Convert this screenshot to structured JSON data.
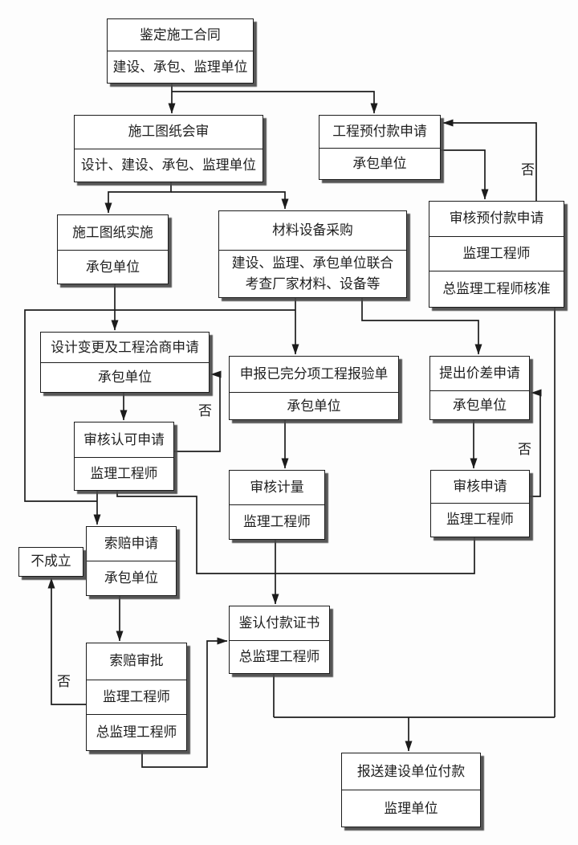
{
  "diagram": {
    "boxes": {
      "sign_contract": {
        "rows": [
          "鉴定施工合同",
          "建设、承包、监理单位"
        ]
      },
      "drawing_review": {
        "rows": [
          "施工图纸会审",
          "设计、建设、承包、监理单位"
        ]
      },
      "prepayment_request": {
        "rows": [
          "工程预付款申请",
          "承包单位"
        ]
      },
      "drawing_implement": {
        "rows": [
          "施工图纸实施",
          "承包单位"
        ]
      },
      "material_procure": {
        "rows": [
          "材料设备采购",
          "建设、监理、承包单位联合",
          "考查厂家材料、设备等"
        ]
      },
      "prepayment_review": {
        "rows": [
          "审核预付款申请",
          "监理工程师",
          "总监理工程师核准"
        ]
      },
      "design_change": {
        "rows": [
          "设计变更及工程洽商申请",
          "承包单位"
        ]
      },
      "work_inspection": {
        "rows": [
          "申报已完分项工程报验单",
          "承包单位"
        ]
      },
      "price_diff": {
        "rows": [
          "提出价差申请",
          "承包单位"
        ]
      },
      "approve_request": {
        "rows": [
          "审核认可申请",
          "监理工程师"
        ]
      },
      "measure_review": {
        "rows": [
          "审核计量",
          "监理工程师"
        ]
      },
      "request_review": {
        "rows": [
          "审核申请",
          "监理工程师"
        ]
      },
      "claim_request": {
        "rows": [
          "索赔申请",
          "承包单位"
        ]
      },
      "not_established": {
        "rows": [
          "不成立"
        ]
      },
      "claim_approval": {
        "rows": [
          "索赔审批",
          "监理工程师",
          "总监理工程师"
        ]
      },
      "payment_certificate": {
        "rows": [
          "鉴认付款证书",
          "总监理工程师"
        ]
      },
      "submit_payment": {
        "rows": [
          "报送建设单位付款",
          "监理单位"
        ]
      }
    },
    "edge_labels": {
      "no": "否"
    },
    "colors": {
      "line": "#1c1c1c",
      "box_background": "#ffffff",
      "box_shadow": "#484848",
      "page_background": "#fdfdfd"
    }
  }
}
